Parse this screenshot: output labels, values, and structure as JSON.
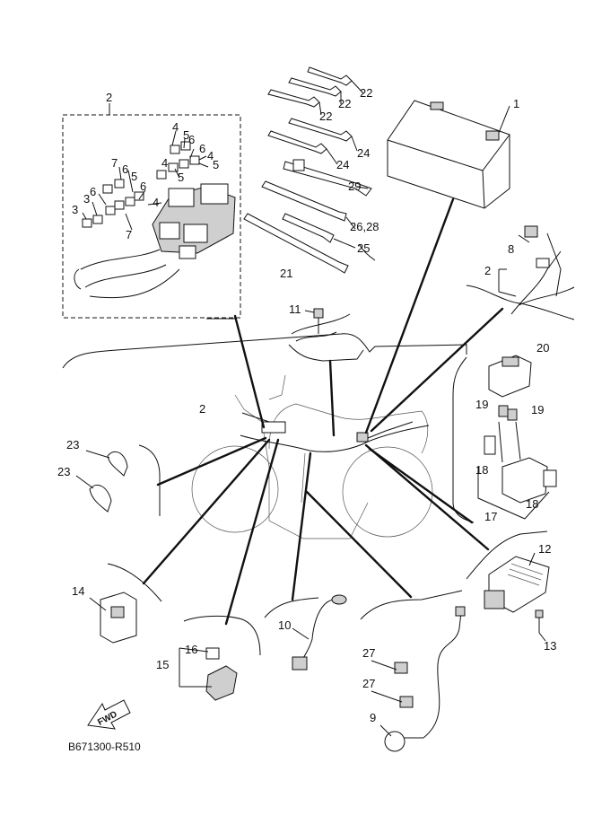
{
  "diagram": {
    "code": "B671300-R510",
    "fwd_label": "FWD",
    "callouts": {
      "c1": "1",
      "c2_box": "2",
      "c2_right": "2",
      "c2_frame": "2",
      "c3a": "3",
      "c3b": "3",
      "c4a": "4",
      "c4b": "4",
      "c4c": "4",
      "c4d": "4",
      "c5a": "5",
      "c5b": "5",
      "c5c": "5",
      "c5d": "5",
      "c6a": "6",
      "c6b": "6",
      "c6c": "6",
      "c6d": "6",
      "c6e": "6",
      "c7a": "7",
      "c7b": "7",
      "c8": "8",
      "c9": "9",
      "c10": "10",
      "c11": "11",
      "c12": "12",
      "c13": "13",
      "c14": "14",
      "c15": "15",
      "c16": "16",
      "c17": "17",
      "c18a": "18",
      "c18b": "18",
      "c19a": "19",
      "c19b": "19",
      "c20": "20",
      "c21": "21",
      "c22a": "22",
      "c22b": "22",
      "c22c": "22",
      "c23a": "23",
      "c23b": "23",
      "c24a": "24",
      "c24b": "24",
      "c25": "25",
      "c26_28": "26,28",
      "c27a": "27",
      "c27b": "27",
      "c29": "29"
    }
  }
}
